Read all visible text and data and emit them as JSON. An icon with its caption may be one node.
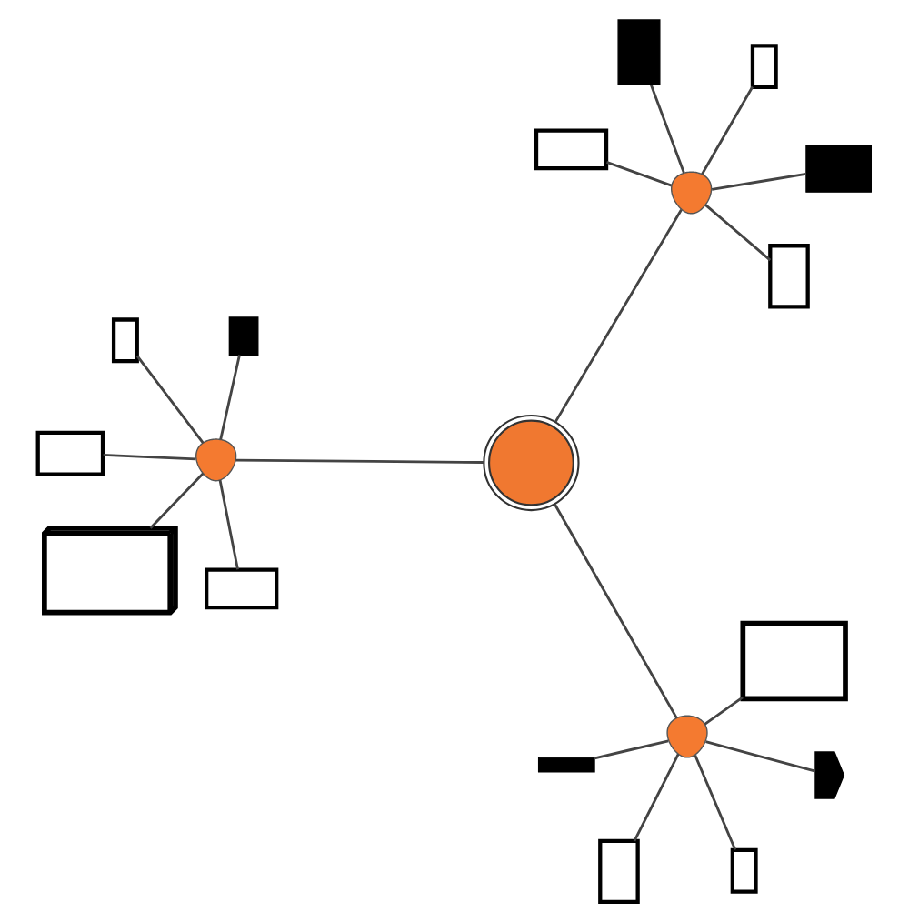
{
  "diagram": {
    "nodes": [
      {
        "text": [],
        "shape": "circle"
      },
      {
        "text": [],
        "shape": "person"
      },
      {
        "text": [],
        "shape": "laptop"
      },
      {
        "text": [],
        "shape": "phone"
      },
      {
        "text": [],
        "shape": "player"
      },
      {
        "text": [],
        "shape": "window"
      },
      {
        "text": [],
        "shape": "computer"
      },
      {
        "text": [],
        "shape": "person"
      },
      {
        "text": [],
        "shape": "tablet"
      },
      {
        "text": [],
        "shape": "handset"
      },
      {
        "text": [],
        "shape": "phone"
      },
      {
        "text": [],
        "shape": "router"
      },
      {
        "text": [],
        "shape": "monitor"
      },
      {
        "text": [],
        "shape": "person"
      },
      {
        "text": [],
        "shape": "phone"
      },
      {
        "text": [],
        "shape": "tablet"
      },
      {
        "text": [],
        "shape": "printer"
      },
      {
        "text": [],
        "shape": "camera"
      },
      {
        "text": [],
        "shape": "laptop"
      }
    ],
    "edges": [
      {
        "from": 1,
        "to": 2,
        "arrow": "none"
      },
      {
        "from": 1,
        "to": 3,
        "arrow": "none"
      },
      {
        "from": 1,
        "to": 4,
        "arrow": "none"
      },
      {
        "from": 1,
        "to": 5,
        "arrow": "none"
      },
      {
        "from": 1,
        "to": 6,
        "arrow": "none"
      },
      {
        "from": 0,
        "to": 1,
        "arrow": "none"
      },
      {
        "from": 0,
        "to": 7,
        "arrow": "none"
      },
      {
        "from": 0,
        "to": 13,
        "arrow": "none"
      },
      {
        "from": 7,
        "to": 8,
        "arrow": "none"
      },
      {
        "from": 7,
        "to": 9,
        "arrow": "none"
      },
      {
        "from": 7,
        "to": 10,
        "arrow": "none"
      },
      {
        "from": 7,
        "to": 11,
        "arrow": "none"
      },
      {
        "from": 7,
        "to": 12,
        "arrow": "none"
      },
      {
        "from": 13,
        "to": 14,
        "arrow": "none"
      },
      {
        "from": 13,
        "to": 15,
        "arrow": "none"
      },
      {
        "from": 13,
        "to": 16,
        "arrow": "none"
      },
      {
        "from": 13,
        "to": 17,
        "arrow": "none"
      },
      {
        "from": 13,
        "to": 18,
        "arrow": "none"
      }
    ]
  }
}
